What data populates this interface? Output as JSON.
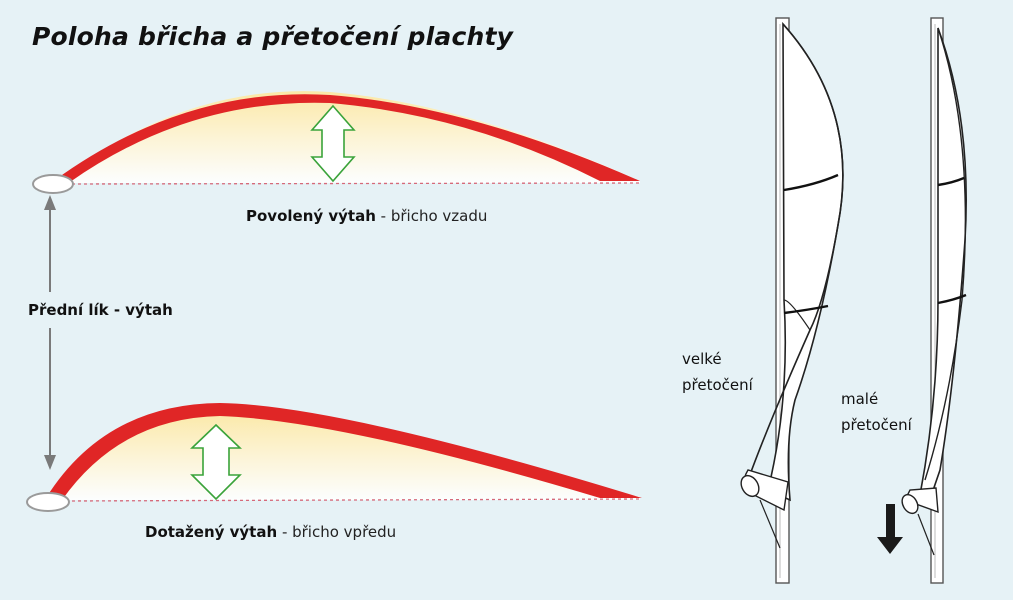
{
  "title": "Poloha břicha a přetočení plachty",
  "profile_top": {
    "bold": "Povolený výtah",
    "rest": " - břicho vzadu"
  },
  "profile_bottom": {
    "bold": "Dotažený výtah",
    "rest": " - břicho vpředu"
  },
  "luff_label": "Přední lík - výtah",
  "twist_large": {
    "line1": "velké",
    "line2": "přetočení"
  },
  "twist_small": {
    "line1": "malé",
    "line2": "přetočení"
  },
  "colors": {
    "background": "#e6f2f6",
    "sail_edge": "#e02626",
    "belly_fill": "#fdf1c0",
    "depth_arrow": "#3aa33a",
    "chord_line": "#d66a7a",
    "luff_arrow": "#7a7a7a"
  }
}
